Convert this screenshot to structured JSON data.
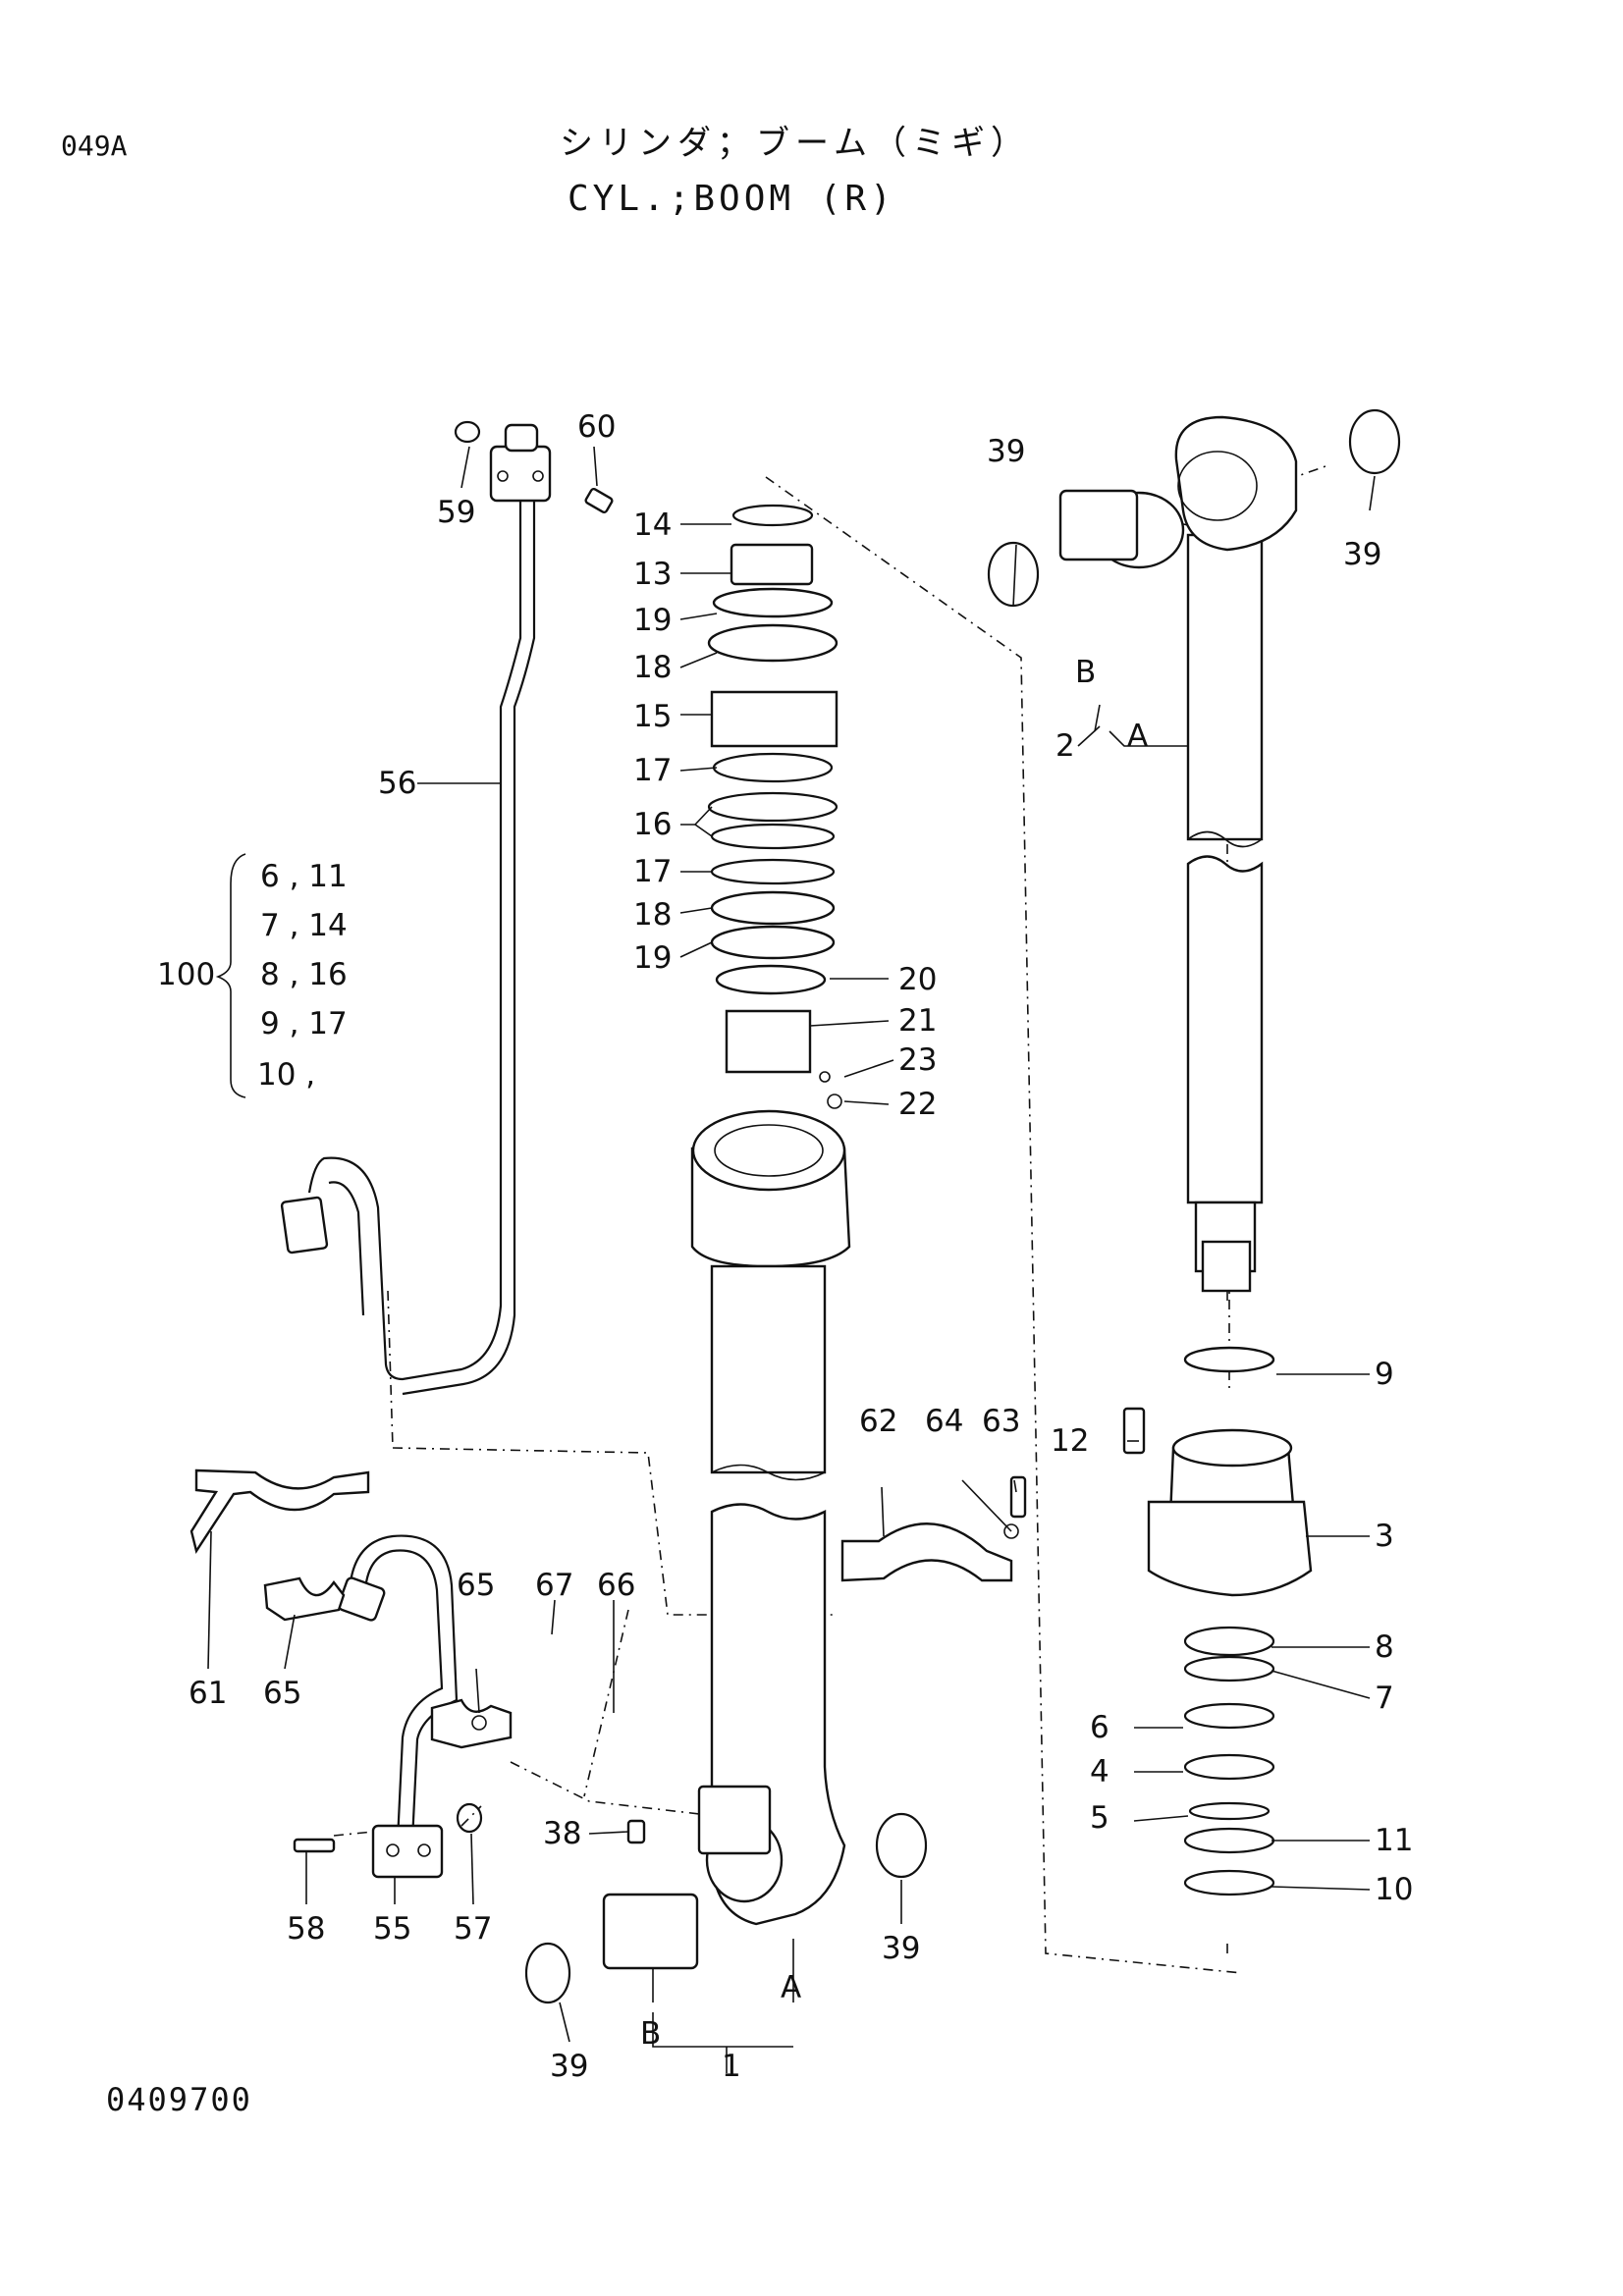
{
  "header": {
    "page_code": "049A",
    "title_jp": "シリンダ；ブーム（ミギ）",
    "title_en": "CYL.;BOOM (R)"
  },
  "footer": {
    "drawing_number": "0409700"
  },
  "set_group": {
    "number": "100",
    "pairs": [
      "6 , 11",
      "7 , 14",
      "8 , 16",
      "9 , 17",
      "10 ,"
    ]
  },
  "callouts": {
    "c59": "59",
    "c60": "60",
    "c14": "14",
    "c13": "13",
    "c19a": "19",
    "c18a": "18",
    "c15": "15",
    "c17a": "17",
    "c16": "16",
    "c17b": "17",
    "c18b": "18",
    "c19b": "19",
    "c20": "20",
    "c21": "21",
    "c23": "23",
    "c22": "22",
    "c56": "56",
    "c39a": "39",
    "c39b": "39",
    "cB1": "B",
    "c2": "2",
    "cA1": "A",
    "c9": "9",
    "c12": "12",
    "c3": "3",
    "c62": "62",
    "c64": "64",
    "c63": "63",
    "c8": "8",
    "c7": "7",
    "c6": "6",
    "c4": "4",
    "c5": "5",
    "c11": "11",
    "c10": "10",
    "c61": "61",
    "c65a": "65",
    "c65b": "65",
    "c67": "67",
    "c66": "66",
    "c38": "38",
    "c58": "58",
    "c55": "55",
    "c57": "57",
    "c39c": "39",
    "c39d": "39",
    "cB2": "B",
    "cA2": "A",
    "c1": "1"
  }
}
